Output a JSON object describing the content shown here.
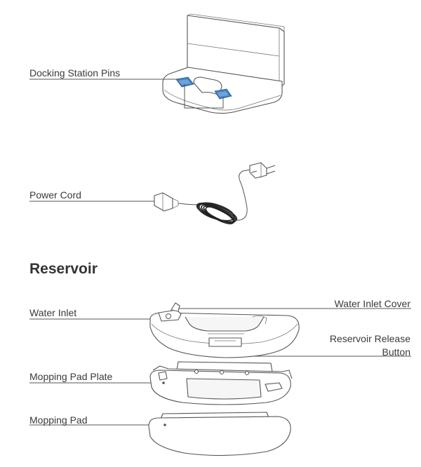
{
  "labels": {
    "docking_station_pins": "Docking Station Pins",
    "power_cord": "Power Cord",
    "water_inlet": "Water Inlet",
    "water_inlet_cover": "Water Inlet Cover",
    "reservoir_release_line1": "Reservoir Release",
    "reservoir_release_line2": "Button",
    "mopping_pad_plate": "Mopping Pad Plate",
    "mopping_pad": "Mopping Pad"
  },
  "section_heading": "Reservoir",
  "colors": {
    "pin_accent": "#3f7fc1",
    "text": "#3a3a3a",
    "line": "#555555"
  }
}
